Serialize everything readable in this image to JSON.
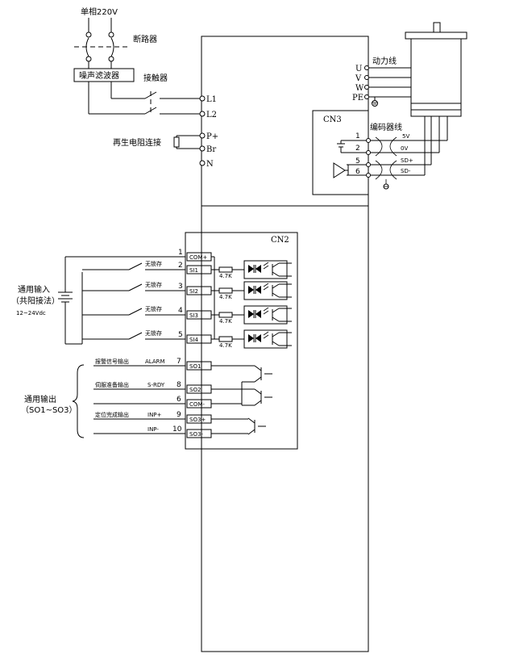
{
  "power": {
    "supply": "单相220V",
    "breaker": "断路器",
    "filter": "噪声滤波器",
    "contactor": "接触器",
    "regen": "再生电阻连接"
  },
  "main_terminals": [
    "L1",
    "L2",
    "P+",
    "Br",
    "N"
  ],
  "motor": {
    "terminals": [
      "U",
      "V",
      "W",
      "PE"
    ],
    "power_cable": "动力线"
  },
  "cn3": {
    "title": "CN3",
    "cable": "编码器线",
    "pins": [
      "1",
      "2",
      "5",
      "6"
    ],
    "signals": [
      "5V",
      "0V",
      "SD+",
      "SD-"
    ]
  },
  "cn2": {
    "title": "CN2",
    "pin_numbers": [
      "1",
      "2",
      "3",
      "4",
      "5",
      "7",
      "8",
      "6",
      "9",
      "10"
    ],
    "inputs": {
      "boxes": [
        "COM+",
        "SI1",
        "SI2",
        "SI3",
        "SI4"
      ],
      "resistor": "4.7K",
      "switch": "无锁存",
      "label": [
        "通用输入",
        "（共阳接法）",
        "12~24Vdc"
      ]
    },
    "outputs": {
      "boxes": [
        "SO1",
        "SO2",
        "COM-",
        "SO3+",
        "SO3-"
      ],
      "descs": [
        "报警信号输出",
        "伺服准备输出",
        "定位完成输出"
      ],
      "signals": [
        "ALARM",
        "S-RDY",
        "INP+",
        "INP-"
      ],
      "label": [
        "通用输出",
        "（SO1~SO3）"
      ]
    }
  }
}
